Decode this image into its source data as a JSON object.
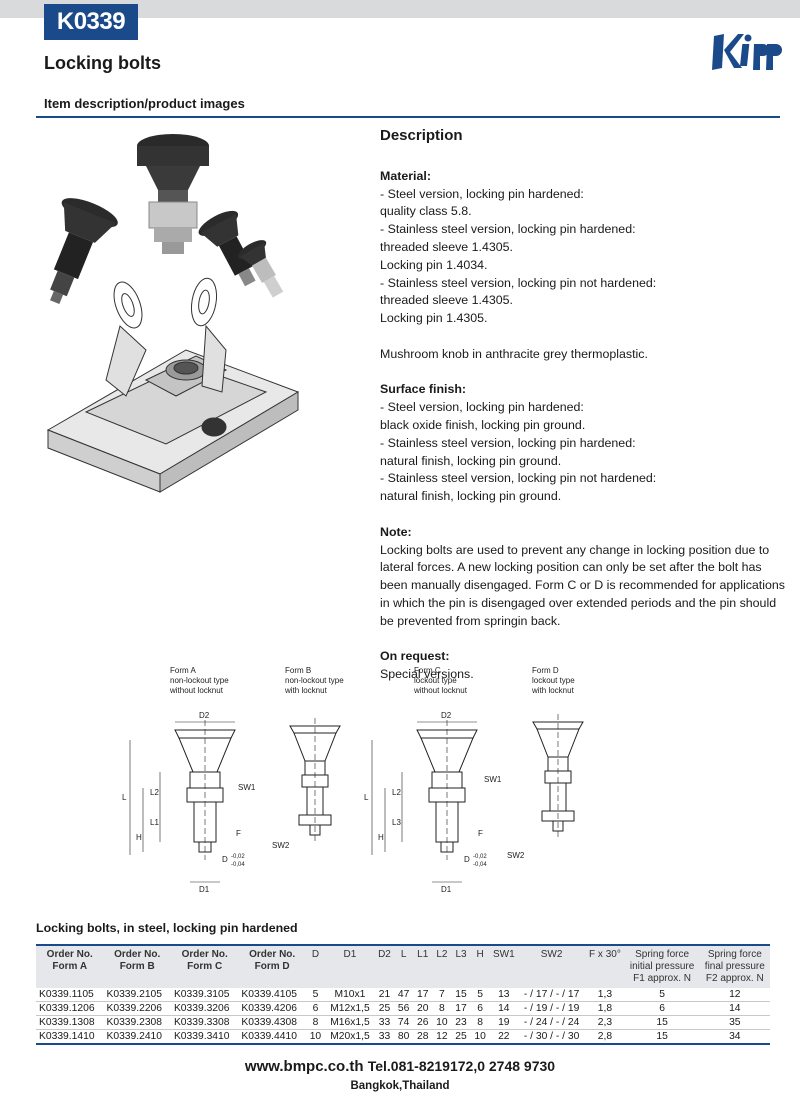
{
  "header": {
    "code": "K0339",
    "title": "Locking bolts",
    "brand_logo": "Kipp",
    "section": "Item description/product images",
    "accent": "#1b4a8a"
  },
  "description": {
    "heading": "Description",
    "material_head": "Material:",
    "material_lines": [
      "- Steel version, locking pin hardened:",
      "quality class 5.8.",
      "- Stainless steel version, locking pin hardened:",
      "threaded sleeve 1.4305.",
      "Locking pin 1.4034.",
      "- Stainless steel version, locking pin not hardened:",
      "threaded sleeve 1.4305.",
      "Locking pin 1.4305."
    ],
    "knob": "Mushroom knob in anthracite grey thermoplastic.",
    "surface_head": "Surface finish:",
    "surface_lines": [
      "- Steel version, locking pin hardened:",
      "black oxide finish, locking pin ground.",
      "- Stainless steel version, locking pin hardened:",
      "natural finish, locking pin ground.",
      "- Stainless steel version, locking pin not hardened:",
      "natural finish, locking pin ground."
    ],
    "note_head": "Note:",
    "note_text": "Locking bolts are used to prevent any change in locking position due to lateral forces. A new locking position can only be set after the bolt has been manually disengaged. Form C or D is recommended for applications in which the pin is disengaged over extended periods and the pin should be prevented from springin back.",
    "request_head": "On request:",
    "request_text": "Special versions."
  },
  "drawings": {
    "form_a": [
      "Form A",
      "non-lockout type",
      "without locknut"
    ],
    "form_b": [
      "Form B",
      "non-lockout type",
      "with locknut"
    ],
    "form_c": [
      "Form C",
      "lockout type",
      "without locknut"
    ],
    "form_d": [
      "Form D",
      "lockout type",
      "with locknut"
    ],
    "labels": {
      "d2": "D2",
      "d1": "D1",
      "l": "L",
      "l1": "L1",
      "l2": "L2",
      "l3": "L3",
      "h": "H",
      "f": "F",
      "sw1": "SW1",
      "sw2": "SW2",
      "d": "D",
      "tol_a": "-0,02",
      "tol_b": "-0,04"
    }
  },
  "table": {
    "title": "Locking bolts, in steel, locking pin hardened",
    "headers": {
      "a": [
        "Order No.",
        "Form A"
      ],
      "b": [
        "Order No.",
        "Form B"
      ],
      "c": [
        "Order No.",
        "Form C"
      ],
      "d": [
        "Order No.",
        "Form D"
      ],
      "D": "D",
      "D1": "D1",
      "D2": "D2",
      "L": "L",
      "L1": "L1",
      "L2": "L2",
      "L3": "L3",
      "H": "H",
      "SW1": "SW1",
      "SW2": "SW2",
      "F": "F x 30°",
      "spring1": [
        "Spring force",
        "initial pressure",
        "F1 approx. N"
      ],
      "spring2": [
        "Spring force",
        "final pressure",
        "F2 approx. N"
      ]
    },
    "rows": [
      {
        "a": "K0339.1105",
        "b": "K0339.2105",
        "c": "K0339.3105",
        "d": "K0339.4105",
        "D": "5",
        "D1": "M10x1",
        "D2": "21",
        "L": "47",
        "L1": "17",
        "L2": "7",
        "L3": "15",
        "H": "5",
        "SW1": "13",
        "SW2": "- / 17 / - / 17",
        "F": "1,3",
        "f1": "5",
        "f2": "12"
      },
      {
        "a": "K0339.1206",
        "b": "K0339.2206",
        "c": "K0339.3206",
        "d": "K0339.4206",
        "D": "6",
        "D1": "M12x1,5",
        "D2": "25",
        "L": "56",
        "L1": "20",
        "L2": "8",
        "L3": "17",
        "H": "6",
        "SW1": "14",
        "SW2": "- / 19 / - / 19",
        "F": "1,8",
        "f1": "6",
        "f2": "14"
      },
      {
        "a": "K0339.1308",
        "b": "K0339.2308",
        "c": "K0339.3308",
        "d": "K0339.4308",
        "D": "8",
        "D1": "M16x1,5",
        "D2": "33",
        "L": "74",
        "L1": "26",
        "L2": "10",
        "L3": "23",
        "H": "8",
        "SW1": "19",
        "SW2": "- / 24 / - / 24",
        "F": "2,3",
        "f1": "15",
        "f2": "35"
      },
      {
        "a": "K0339.1410",
        "b": "K0339.2410",
        "c": "K0339.3410",
        "d": "K0339.4410",
        "D": "10",
        "D1": "M20x1,5",
        "D2": "33",
        "L": "80",
        "L1": "28",
        "L2": "12",
        "L3": "25",
        "H": "10",
        "SW1": "22",
        "SW2": "- / 30 / - / 30",
        "F": "2,8",
        "f1": "15",
        "f2": "34"
      }
    ]
  },
  "footer": {
    "web": "www.bmpc.co.th",
    "tel": "Tel.081-8219172,0 2748 9730",
    "city": "Bangkok,Thailand"
  }
}
